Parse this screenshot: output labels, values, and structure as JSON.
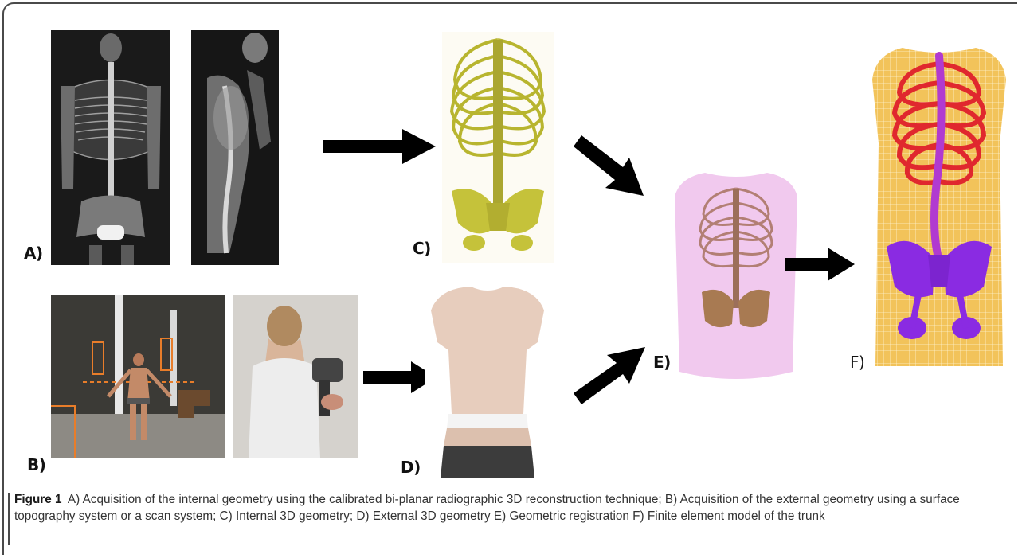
{
  "figure": {
    "labels": {
      "a": "A)",
      "b": "B)",
      "c": "C)",
      "d": "D)",
      "e": "E)",
      "f": "F)"
    },
    "caption": {
      "title": "Figure 1",
      "text": "A) Acquisition of the internal geometry using the calibrated bi-planar radiographic 3D reconstruction technique; B) Acquisition of the external geometry using a surface topography system or a scan system; C) Internal 3D geometry; D) External 3D geometry E) Geometric registration F) Finite element model of the trunk"
    },
    "colors": {
      "xray_bg": "#1c1c1c",
      "bone_yellow": "#c9c63a",
      "torso_skin": "#e9d2c4",
      "registration_pink": "#f0c6ec",
      "fem_mesh": "#f2c35a",
      "fem_ribs": "#e0282e",
      "fem_spine": "#b13ad0",
      "fem_pelvis": "#8a2be2",
      "arrow": "#000000"
    }
  }
}
